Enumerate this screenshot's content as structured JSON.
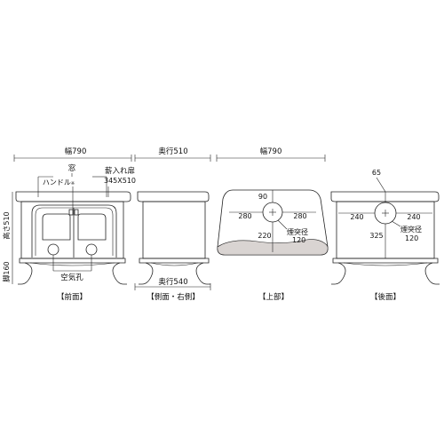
{
  "front": {
    "width_label": "幅790",
    "window_label": "窓",
    "handle_label": "ハンドル",
    "handle_mark": "※",
    "fuel_door_label": "薪入れ扉",
    "fuel_door_size": "345X510",
    "height_label": "高さ510",
    "leg_label": "脚160",
    "air_hole_label": "空気孔",
    "caption": "【前面】"
  },
  "side": {
    "top_depth_label": "奥行510",
    "bottom_depth_label": "奥行540",
    "caption": "【側面・右側】"
  },
  "top": {
    "width_label": "幅790",
    "dim_front": "90",
    "dim_left": "280",
    "dim_right": "280",
    "dim_back": "220",
    "flue_label": "煙突径",
    "flue_value": "120",
    "caption": "【上部】"
  },
  "back": {
    "dim_top": "65",
    "dim_left": "240",
    "dim_right": "240",
    "dim_height": "325",
    "flue_label": "煙突径",
    "flue_value": "120",
    "caption": "【後面】"
  }
}
